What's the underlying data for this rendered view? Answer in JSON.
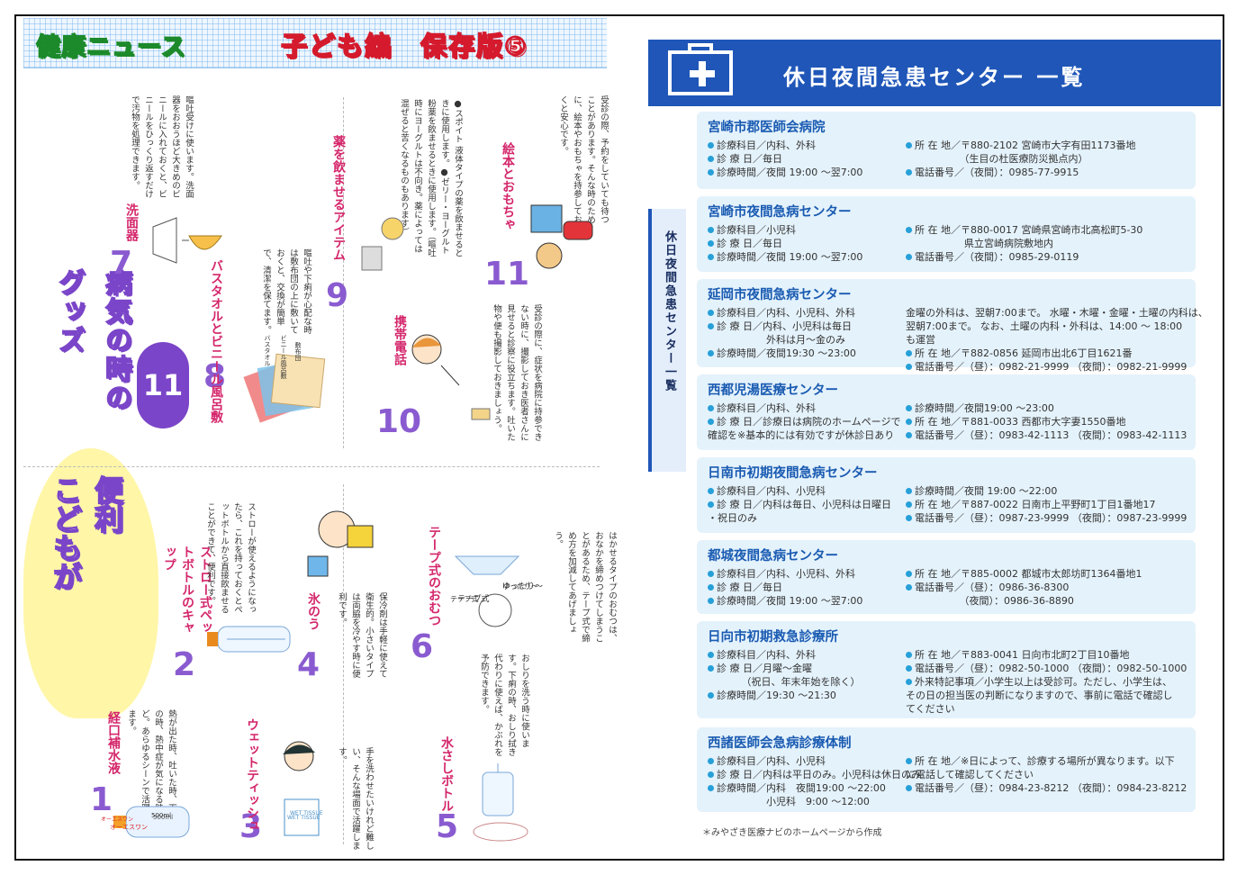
{
  "left": {
    "banner_title": "健康ニュース",
    "banner_subtitle": "子ども編　保存版⑤",
    "hero_lines": [
      "病気の時の",
      "グッズ",
      "こどもが",
      "便利"
    ],
    "hero_count": "11",
    "items": [
      {
        "num": "1",
        "title": "経口補水液",
        "text": "熱が出た時、吐いた時、下痢の時、熱中症が気になる時など。あらゆるシーンで活躍します。"
      },
      {
        "num": "2",
        "title": "ストロー式ペットボトルのキャップ",
        "text": "ストローが使えるようになったら、これを持っておくとペットボトルから直接飲ませることができて、便利です。"
      },
      {
        "num": "3",
        "title": "ウェットティッシュ",
        "text": "手を洗わせたいけれど難しい、そんな場面で活躍します。"
      },
      {
        "num": "4",
        "title": "氷のう",
        "text": "保冷剤は手軽に使えて衛生的。小さいタイプは両脇を冷やす時に便利です。"
      },
      {
        "num": "5",
        "title": "水さしボトル",
        "text": "おしりを洗う時に使います。下痢の時、おしり拭き代わりに使えば、かぶれを予防できます。"
      },
      {
        "num": "6",
        "title": "テープ式のおむつ",
        "text": "はかせるタイプのおむつは、おなかを締めつけてしまうことがあるため、テープ式で締め方を加減してあげましょう。"
      },
      {
        "num": "7",
        "title": "洗面器",
        "text": "嘔吐受けに使います。洗面器をおおうほど大きめのビニールに入れておくと、ビニールをひっくり返すだけで汚物を処理できます。"
      },
      {
        "num": "8",
        "title": "バスタオルとビニール風呂敷",
        "text": "嘔吐や下痢が心配な時は敷布団の上に敷いておくと、交換が簡単で、清潔を保てます。"
      },
      {
        "num": "9",
        "title": "薬を飲ませるアイテム",
        "text": "●スポイト 液体タイプの薬を飲ませるときに使用します。●ゼリー・ヨーグルト 粉薬を飲ませるときに使用します。（嘔吐時にヨーグルトは不向き。薬によっては混ぜると苦くなるものもあります）"
      },
      {
        "num": "10",
        "title": "携帯電話",
        "text": "受診の際に、症状を病院に持参できない時に、撮影しておき医者さんに見せると診察に役立ちます。吐いた物や便も撮影しておきましょう。"
      },
      {
        "num": "11",
        "title": "絵本とおもちゃ",
        "text": "受診の際、予約をしていても待つことがあります。そんな時のために、絵本やおもちゃを持参しておくと安心です。"
      }
    ],
    "ill_labels": {
      "ors_brand": "オーエスワン",
      "ors_size": "500ml",
      "towel": "バスタオル",
      "vinyl": "ビニール風呂敷",
      "futon": "敷布団",
      "wet": "WET TISSUE",
      "tape": "テープ式",
      "loose": "ゆったり〜"
    }
  },
  "right": {
    "header_title": "休日夜間急患センター 一覧",
    "side_label": "休日夜間急患センター一覧",
    "footnote": "＊みやざき医療ナビのホームページから作成",
    "facilities": [
      {
        "name": "宮崎市郡医師会病院",
        "col_a": [
          {
            "t": "診療科目／内科、外科",
            "s": "b"
          },
          {
            "t": "診 療 日／毎日",
            "s": "b"
          },
          {
            "t": "診療時間／夜間 19:00 〜翌7:00",
            "s": "b"
          }
        ],
        "col_b": [
          {
            "t": "所 在 地／〒880-2102 宮崎市大字有田1173番地",
            "s": "b"
          },
          {
            "t": "　　　　　（生目の杜医療防災拠点内）",
            "s": "i"
          },
          {
            "t": "電話番号／（夜間）：0985-77-9915",
            "s": "b"
          }
        ]
      },
      {
        "name": "宮崎市夜間急病センター",
        "col_a": [
          {
            "t": "診療科目／小児科",
            "s": "b"
          },
          {
            "t": "診 療 日／毎日",
            "s": "b"
          },
          {
            "t": "診療時間／夜間 19:00 〜翌7:00",
            "s": "b"
          }
        ],
        "col_b": [
          {
            "t": "所 在 地／〒880-0017 宮崎県宮崎市北高松町5-30",
            "s": "b"
          },
          {
            "t": "　　　　　県立宮崎病院敷地内",
            "s": "i"
          },
          {
            "t": "電話番号／（夜間）：0985-29-0119",
            "s": "b"
          }
        ]
      },
      {
        "name": "延岡市夜間急病センター",
        "col_a": [
          {
            "t": "診療科目／内科、小児科、外科",
            "s": "b"
          },
          {
            "t": "診 療 日／内科、小児科は毎日",
            "s": "b"
          },
          {
            "t": "　　　　　外科は月〜金のみ",
            "s": "i"
          },
          {
            "t": "診療時間／夜間19:30 〜23:00",
            "s": "b"
          }
        ],
        "col_b": [
          {
            "t": "金曜の外科は、翌朝7:00まで。 水曜・木曜・金曜・土曜の内科は、",
            "s": "p"
          },
          {
            "t": "翌朝7:00まで。 なお、土曜の内科・外科は、14:00 〜 18:00",
            "s": "p"
          },
          {
            "t": "も運営",
            "s": "p"
          },
          {
            "t": "所 在 地／〒882-0856 延岡市出北6丁目1621番",
            "s": "b"
          },
          {
            "t": "電話番号／（昼）：0982-21-9999 （夜間）：0982-21-9999",
            "s": "b"
          }
        ]
      },
      {
        "name": "西都児湯医療センター",
        "col_a": [
          {
            "t": "診療科目／内科、外科",
            "s": "b"
          },
          {
            "t": "診 療 日／診療日は病院のホームページで",
            "s": "b"
          },
          {
            "t": "確認を※基本的には有効ですが休診日あり",
            "s": "p"
          }
        ],
        "col_b": [
          {
            "t": "診療時間／夜間19:00 〜23:00",
            "s": "b"
          },
          {
            "t": "所 在 地／〒881-0033 西都市大字妻1550番地",
            "s": "b"
          },
          {
            "t": "電話番号／（昼）：0983-42-1113 （夜間）：0983-42-1113",
            "s": "b"
          }
        ]
      },
      {
        "name": "日南市初期夜間急病センター",
        "col_a": [
          {
            "t": "診療科目／内科、小児科",
            "s": "b"
          },
          {
            "t": "診 療 日／内科は毎日、小児科は日曜日",
            "s": "b"
          },
          {
            "t": "・祝日のみ",
            "s": "p"
          }
        ],
        "col_b": [
          {
            "t": "診療時間／夜間 19:00 〜22:00",
            "s": "b"
          },
          {
            "t": "所 在 地／〒887-0022 日南市上平野町1丁目1番地17",
            "s": "b"
          },
          {
            "t": "電話番号／（昼）：0987-23-9999 （夜間）：0987-23-9999",
            "s": "b"
          }
        ]
      },
      {
        "name": "都城夜間急病センター",
        "col_a": [
          {
            "t": "診療科目／内科、小児科、外科",
            "s": "b"
          },
          {
            "t": "診 療 日／毎日",
            "s": "b"
          },
          {
            "t": "診療時間／夜間 19:00 〜翌7:00",
            "s": "b"
          }
        ],
        "col_b": [
          {
            "t": "所 在 地／〒885-0002 都城市太郎坊町1364番地1",
            "s": "b"
          },
          {
            "t": "電話番号／（昼）：0986-36-8300",
            "s": "b"
          },
          {
            "t": "　　　　　（夜間）：0986-36-8890",
            "s": "i"
          }
        ]
      },
      {
        "name": "日向市初期救急診療所",
        "col_a": [
          {
            "t": "診療科目／内科、外科",
            "s": "b"
          },
          {
            "t": "診 療 日／月曜〜金曜",
            "s": "b"
          },
          {
            "t": "　　　（祝日、年末年始を除く）",
            "s": "i"
          },
          {
            "t": "診療時間／19:30 〜21:30",
            "s": "b"
          }
        ],
        "col_b": [
          {
            "t": "所 在 地／〒883-0041 日向市北町2丁目10番地",
            "s": "b"
          },
          {
            "t": "電話番号／（昼）：0982-50-1000 （夜間）：0982-50-1000",
            "s": "b"
          },
          {
            "t": "外来特記事項／小学生以上は受診可。ただし、小学生は、",
            "s": "b"
          },
          {
            "t": "その日の担当医の判断になりますので、事前に電話で確認し",
            "s": "p"
          },
          {
            "t": "てください",
            "s": "p"
          }
        ]
      },
      {
        "name": "西諸医師会急病診療体制",
        "col_a": [
          {
            "t": "診療科目／内科、小児科",
            "s": "b"
          },
          {
            "t": "診 療 日／内科は平日のみ。小児科は休日のみ",
            "s": "b"
          },
          {
            "t": "診療時間／内科　夜間19:00 〜22:00",
            "s": "b"
          },
          {
            "t": "　　　　　小児科　9:00 〜12:00",
            "s": "i"
          }
        ],
        "col_b": [
          {
            "t": "所 在 地／※日によって、診療する場所が異なります。以下",
            "s": "b"
          },
          {
            "t": "に電話して確認してください",
            "s": "p"
          },
          {
            "t": "電話番号／（昼）：0984-23-8212 （夜間）：0984-23-8212",
            "s": "b"
          }
        ]
      }
    ]
  }
}
